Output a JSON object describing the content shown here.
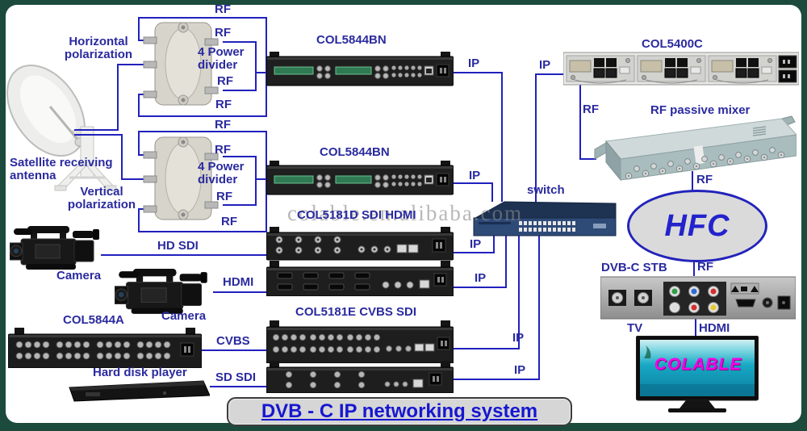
{
  "title": "DVB - C IP networking system",
  "watermark": "colable.en.alibaba.com",
  "labels": {
    "horizontal_polarization": "Horizontal polarization",
    "vertical_polarization": "Vertical polarization",
    "satellite": "Satellite receiving antenna",
    "power_divider": "4 Power divider",
    "rf": "RF",
    "ip": "IP",
    "hd_sdi": "HD SDI",
    "hdmi": "HDMI",
    "cvbs": "CVBS",
    "sd_sdi": "SD SDI",
    "camera": "Camera",
    "col5844bn": "COL5844BN",
    "col5181d": "COL5181D SDI HDMI",
    "col5181e": "COL5181E CVBS SDI",
    "col5844a": "COL5844A",
    "col5400c": "COL5400C",
    "rf_passive_mixer": "RF passive mixer",
    "switch": "switch",
    "hfc": "HFC",
    "dvbc_stb": "DVB-C STB",
    "tv": "TV",
    "hard_disk_player": "Hard disk player",
    "screen_text": "COLABLE"
  },
  "colors": {
    "border": "#1c4a3d",
    "line": "#2121bd",
    "label": "#2a2aa0",
    "title": "#1717d0",
    "screen_text": "#f400e8"
  }
}
